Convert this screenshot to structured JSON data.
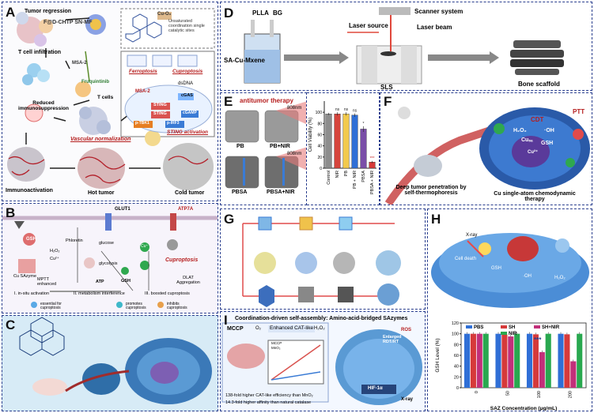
{
  "panel_a": {
    "label": "A",
    "tumor_regression": "Tumor regression",
    "formula": "F@D-CHTP SN-MF",
    "metal": "Cu-O₂",
    "unsaturated": "Unsaturated coordination single catalytic sites",
    "t_cell_infiltration": "T cell infiltration",
    "msa2": "MSA-2",
    "fruquintinib": "Fruquintinib",
    "ferroptosis": "Ferroptosis",
    "cuproptosis": "Cuproptosis",
    "dsdna": "dsDNA",
    "t_cells": "T cells",
    "msa2_b": "MSA-2",
    "sting1": "STING",
    "sting2": "STING",
    "cgas": "cGAS",
    "ptbk1": "p-TBK1",
    "cgamp": "cGAMP",
    "pirf3": "p-IRF3",
    "sting_activation": "STING activation",
    "reduced": "Reduced immunosuppression",
    "vascular": "Vascular normalization",
    "immunoactivation": "Immunoactivation",
    "hot_tumor": "Hot tumor",
    "cold_tumor": "Cold tumor"
  },
  "panel_b": {
    "label": "B",
    "glut1": "GLUT1",
    "atp7a": "ATP7A",
    "gsh": "GSH",
    "phloretin": "Phloretin",
    "glucose": "glucose",
    "cu_sazyme": "Cu SAzyme",
    "cu_plus": "Cu⁺",
    "cu_2plus": "Cu²⁺",
    "h2o2": "H₂O₂",
    "glycolysis": "glycolysis",
    "cuproptosis": "Cuproptosis",
    "mptt": "MPTT enhanced",
    "atp": "ATP",
    "gsh2": "GSH",
    "dlat": "DLAT Aggregation",
    "step1": "I. in-situ activation",
    "step2": "II. metabolism interference",
    "step3": "III. boosted cuproptosis",
    "legend1": "essential for cuproptosis",
    "legend2": "promotes cuproptosis",
    "legend3": "inhibits cuproptosis"
  },
  "panel_c": {
    "label": "C"
  },
  "panel_d": {
    "label": "D",
    "plla": "PLLA",
    "bg": "BG",
    "scanner": "Scanner system",
    "laser_source": "Laser source",
    "laser_beam": "Laser beam",
    "sa_cu_mxene": "SA-Cu-Mxene",
    "sls": "SLS",
    "bone_scaffold": "Bone scaffold"
  },
  "panel_e": {
    "label": "E",
    "title": "antitumor therapy",
    "nm1": "808nm",
    "nm2": "808nm",
    "pb": "PB",
    "pb_nir": "PB+NIR",
    "pbsa": "PBSA",
    "pbsa_nir": "PBSA+NIR"
  },
  "panel_f": {
    "label": "F",
    "ptt": "PTT",
    "cdt": "CDT",
    "h2o2": "H₂O₂",
    "oh": "·OH",
    "cusa": "Cuₛₐ",
    "gsh": "GSH",
    "cu2": "Cu²⁺",
    "deep": "Deep tumor penetration by self-thermophoresis",
    "cu_single": "Cu single-atom chemodynamic therapy"
  },
  "panel_g": {
    "label": "G"
  },
  "panel_h": {
    "label": "H",
    "xray": "X-ray",
    "cell_death": "Cell death",
    "gsh": "GSH",
    "oh": "·OH",
    "h2o2": "H₂O₂",
    "legend": [
      "PBS",
      "SH",
      "SH+NIR",
      "NIR"
    ],
    "stars": "***"
  },
  "panel_i": {
    "label": "I",
    "title": "Coordination-driven self-assembly: Amino-acid-bridged SAzymes",
    "mccp": "MCCP",
    "o2": "O₂",
    "enhanced": "Enhanced CAT-like",
    "h2o2": "H₂O₂",
    "cat_note1": "138-fold higher CAT-like efficiency than MnO₂",
    "cat_note2": "14.3-fold higher affinity than natural catalase",
    "enlarged": "Enlarged RDT/RT",
    "ros": "ROS",
    "hif": "HIF-1α",
    "xray": "X-ray",
    "mini_legend1": "MCCP",
    "mini_legend2": "MnO₂"
  },
  "chart_data": [
    {
      "type": "bar",
      "categories": [
        "Control",
        "NIR",
        "PB",
        "PB + NIR",
        "PBSA",
        "PBSA + NIR"
      ],
      "values": [
        97,
        97,
        97,
        95,
        70,
        11
      ],
      "errors": [
        2,
        3,
        3,
        3,
        5,
        2
      ],
      "annotations": [
        "",
        "ns",
        "ns",
        "ns",
        "*",
        "***"
      ],
      "colors": [
        "#8d8d8d",
        "#d6453d",
        "#f2c94c",
        "#2f6fd6",
        "#7a4ea8",
        "#d63a3a"
      ],
      "ylabel": "Cell Viability (%)",
      "yticks": [
        0,
        20,
        40,
        60,
        80,
        100
      ],
      "ylim": [
        0,
        120
      ]
    },
    {
      "type": "bar",
      "categories": [
        "0",
        "50",
        "100",
        "200"
      ],
      "series": [
        {
          "name": "PBS",
          "values": [
            100,
            100,
            100,
            100
          ]
        },
        {
          "name": "SH",
          "values": [
            100,
            99,
            99,
            99
          ]
        },
        {
          "name": "SH+NIR",
          "values": [
            100,
            95,
            66,
            49
          ]
        },
        {
          "name": "NIR",
          "values": [
            100,
            100,
            100,
            100
          ]
        }
      ],
      "colors": [
        "#2f6fd6",
        "#d63a3a",
        "#c2307a",
        "#29a84f"
      ],
      "stars": "***",
      "xlabel": "SAZ Concentration (μg/mL)",
      "ylabel": "GSH Level (%)",
      "yticks": [
        0,
        20,
        40,
        60,
        80,
        100,
        120
      ],
      "ylim": [
        0,
        120
      ]
    }
  ]
}
